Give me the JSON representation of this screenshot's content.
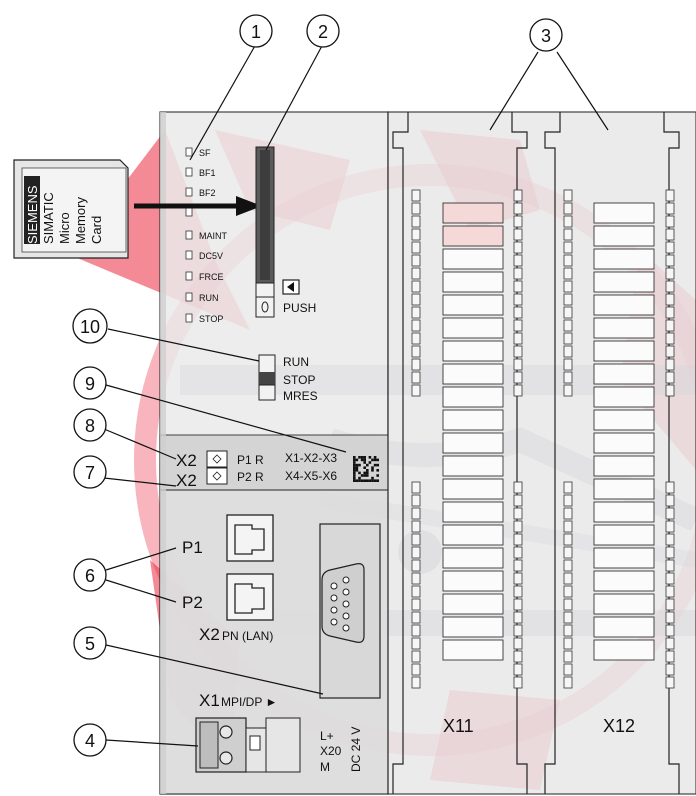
{
  "callouts": [
    {
      "number": "1"
    },
    {
      "number": "2"
    },
    {
      "number": "3"
    },
    {
      "number": "4"
    },
    {
      "number": "5"
    },
    {
      "number": "6"
    },
    {
      "number": "7"
    },
    {
      "number": "8"
    },
    {
      "number": "9"
    },
    {
      "number": "10"
    }
  ],
  "memory_card": {
    "lines": [
      "SIEMENS",
      "SIMATIC",
      "Micro",
      "Memory",
      "Card"
    ]
  },
  "status_leds": [
    "SF",
    "BF1",
    "BF2",
    "",
    "MAINT",
    "DC5V",
    "FRCE",
    "RUN",
    "STOP"
  ],
  "push_label": "PUSH",
  "mode_switch": [
    "RUN",
    "STOP",
    "MRES"
  ],
  "port_status": {
    "x2_labels": [
      "X2",
      "X2"
    ],
    "leds": [
      "P1 R",
      "P2 R"
    ],
    "interface_codes": [
      "X1-X2-X3",
      "X4-X5-X6"
    ]
  },
  "ports": {
    "p1": "P1",
    "p2": "P2",
    "x2_prefix": "X2",
    "x2_desc": "PN (LAN)"
  },
  "mpi": {
    "prefix": "X1",
    "desc": "MPI/DP ►"
  },
  "power": {
    "lines": [
      "L+",
      "X20",
      "M"
    ],
    "voltage": "DC 24 V"
  },
  "connectors": [
    "X11",
    "X12"
  ],
  "colors": {
    "watermark_red": "#e8102a",
    "watermark_gray": "#6a6a8a",
    "housing": "#eaeaea",
    "housing_dark": "#dcdcdc",
    "outline": "#222222"
  }
}
